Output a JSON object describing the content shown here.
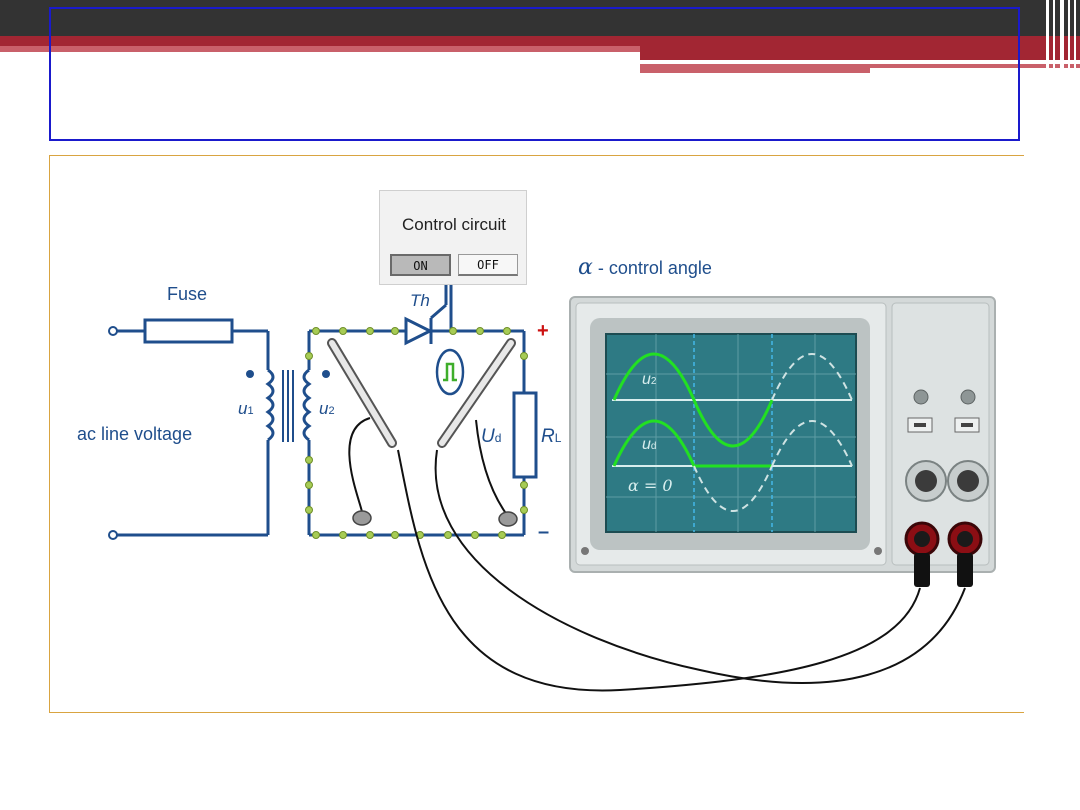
{
  "control_panel": {
    "title": "Control circuit",
    "on_label": "ON",
    "off_label": "OFF"
  },
  "labels": {
    "fuse": "Fuse",
    "ac_line_voltage": "ac line voltage",
    "u1": "u",
    "u1_sub": "1",
    "u2": "u",
    "u2_sub": "2",
    "thyristor": "Th",
    "ud": "U",
    "ud_sub": "d",
    "rl": "R",
    "rl_sub": "L",
    "plus": "+",
    "minus": "–",
    "alpha_symbol": "α",
    "alpha_text": " - control angle"
  },
  "scope": {
    "trace1_label": "u",
    "trace1_sub": "2",
    "trace2_label": "u",
    "trace2_sub": "d",
    "angle_label": "α = 0"
  },
  "colors": {
    "circuit": "#1f4e8c",
    "node": "#9bc53d",
    "trace": "#22e022",
    "screen": "#2e7a84",
    "header_dark": "#333333",
    "header_red": "#a22633",
    "title_border": "#1a1acc",
    "content_border": "#d9a441"
  }
}
